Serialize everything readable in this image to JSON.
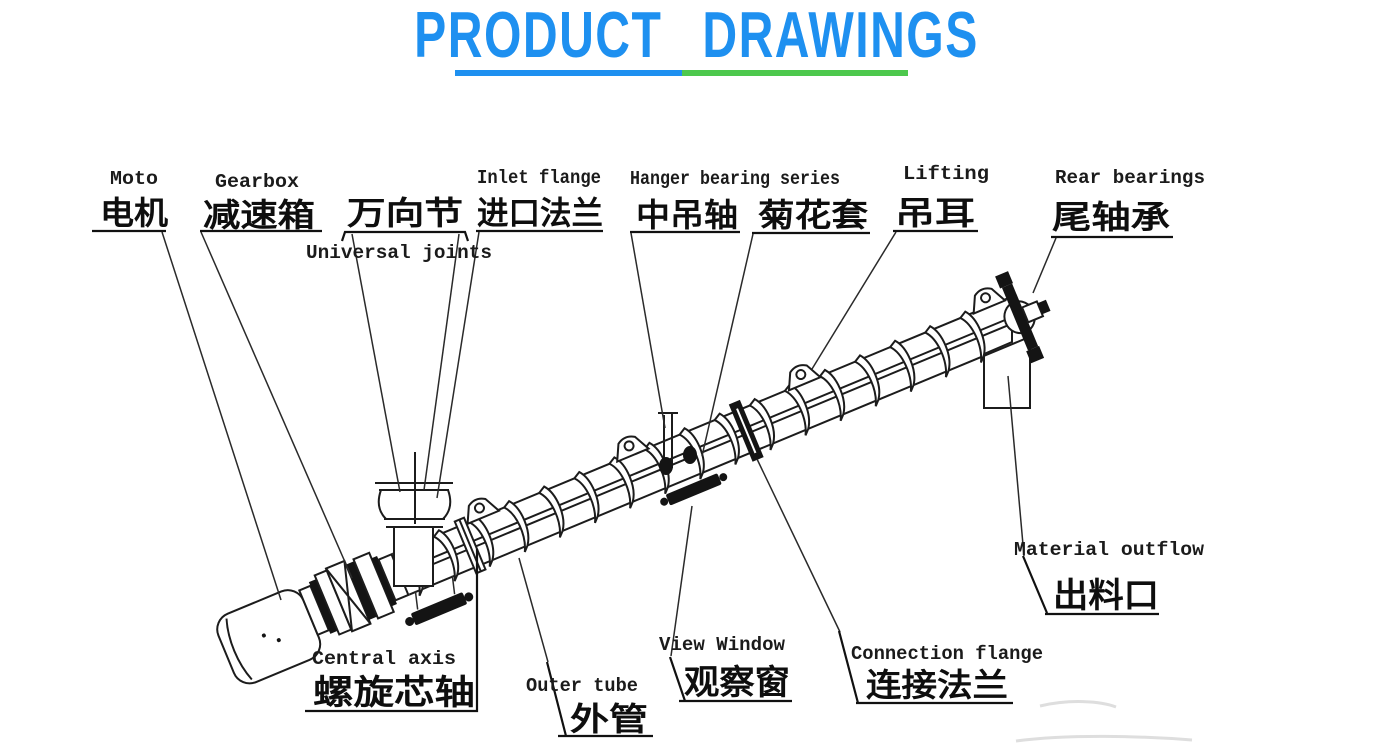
{
  "title": {
    "text": "PRODUCT DRAWINGS"
  },
  "colors": {
    "title_blue": "#1e90f0",
    "underline_blue": "#1e90f0",
    "underline_green": "#4dc84d",
    "drawing_line": "#1c1c1c"
  },
  "labels": {
    "motor": {
      "en": "Moto",
      "zh": "电机"
    },
    "gearbox": {
      "en": "Gearbox",
      "zh": "减速箱"
    },
    "universal_joints": {
      "en": "Universal joints",
      "zh": "万向节"
    },
    "inlet_flange": {
      "en": "Inlet flange",
      "zh": "进口法兰"
    },
    "hanger_bearing": {
      "en": "Hanger bearing series",
      "zh_left": "中吊轴",
      "zh_right": "菊花套"
    },
    "lifting": {
      "en": "Lifting",
      "zh": "吊耳"
    },
    "rear_bearings": {
      "en": "Rear bearings",
      "zh": "尾轴承"
    },
    "central_axis": {
      "en": "Central axis",
      "zh": "螺旋芯轴"
    },
    "outer_tube": {
      "en": "Outer tube",
      "zh": "外管"
    },
    "view_window": {
      "en": "View Window",
      "zh": "观察窗"
    },
    "material_outflow": {
      "en": "Material outflow",
      "zh": "出料口"
    },
    "connection_flange": {
      "en": "Connection flange",
      "zh": "连接法兰"
    }
  }
}
